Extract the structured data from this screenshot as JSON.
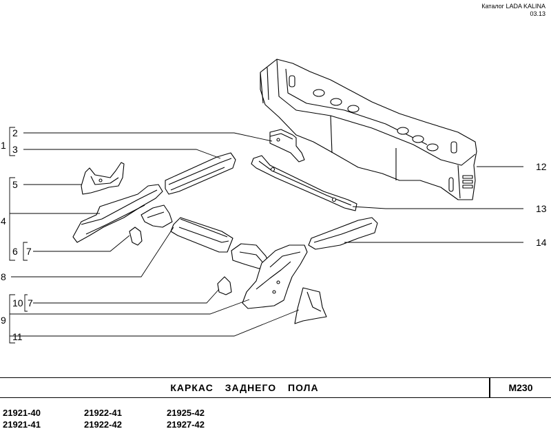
{
  "header": {
    "catalog": "Каталог LADA KALINA",
    "date": "03.13"
  },
  "callouts": {
    "n1": "1",
    "n2": "2",
    "n3": "3",
    "n4": "4",
    "n5": "5",
    "n6": "6",
    "n7a": "7",
    "n8": "8",
    "n9": "9",
    "n10": "10",
    "n7b": "7",
    "n11": "11",
    "n12": "12",
    "n13": "13",
    "n14": "14"
  },
  "footer": {
    "title": "КАРКАС ЗАДНЕГО ПОЛА",
    "code": "M230"
  },
  "models": [
    "21921-40",
    "21922-41",
    "21925-42",
    "21921-41",
    "21922-42",
    "21927-42"
  ]
}
